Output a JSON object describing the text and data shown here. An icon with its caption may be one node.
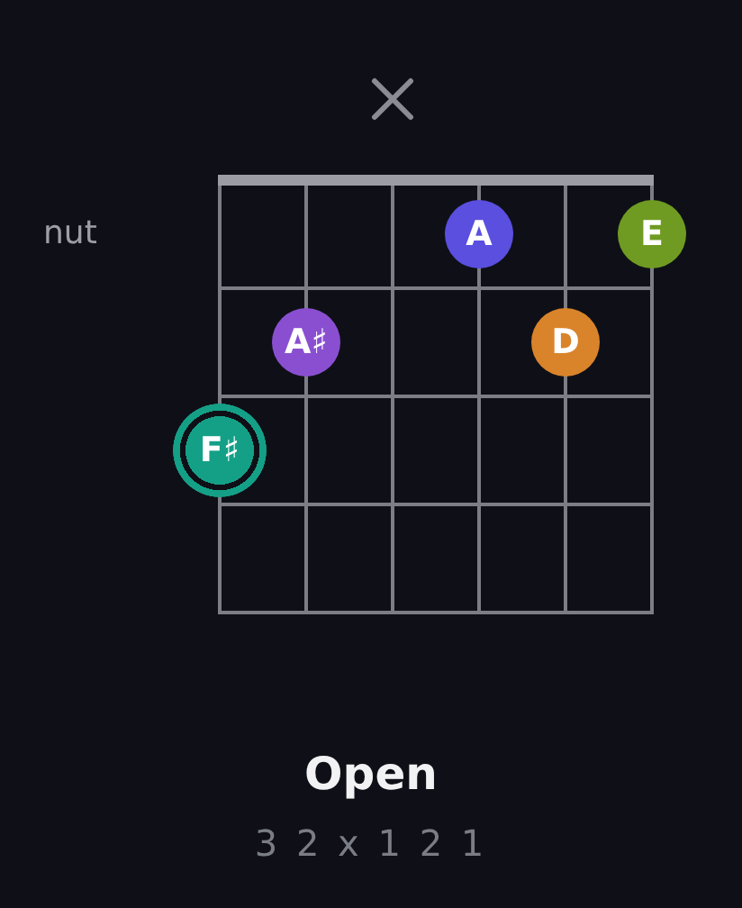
{
  "diagram": {
    "title": "Open",
    "caption": "3 2 x 1 2 1",
    "nodes": [
      {
        "text": [
          "A"
        ]
      },
      {
        "text": [
          "E"
        ]
      },
      {
        "text": [
          "A♯"
        ]
      },
      {
        "text": [
          "D"
        ]
      },
      {
        "text": [
          "F♯"
        ]
      }
    ],
    "labels": [
      "nut"
    ]
  }
}
